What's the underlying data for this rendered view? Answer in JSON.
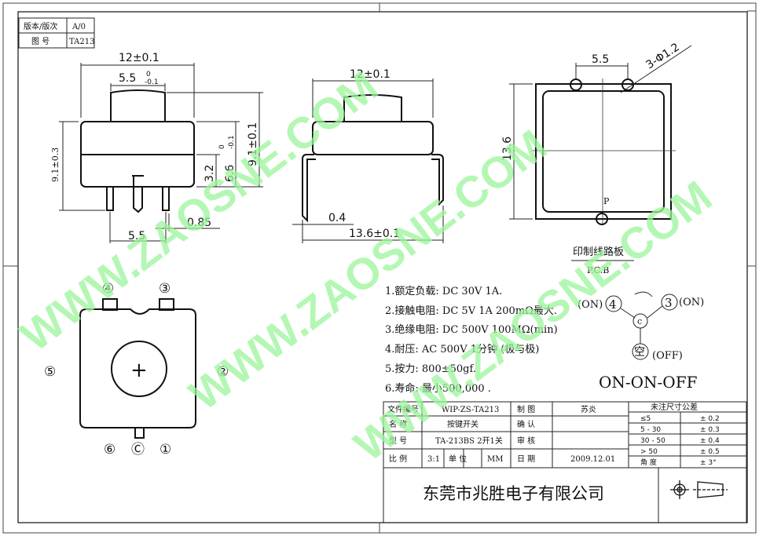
{
  "revision_box": {
    "version_label": "版本/版次",
    "version_value": "A/0",
    "drawing_no_label": "图 号",
    "drawing_no_value": "TA213"
  },
  "front_view": {
    "width": "12±0.1",
    "button_width": "5.5",
    "button_tol_upper": "0",
    "button_tol_lower": "-0.1",
    "height_left": "9.1±0.3",
    "body_lower": "3.2",
    "body_total": "6.6",
    "body_tol_upper": "0",
    "body_tol_lower": "-0.1",
    "height_right": "9.1±0.1",
    "pin_pitch": "5.5",
    "pin_width": "0.85"
  },
  "side_view": {
    "width": "12±0.1",
    "pin_thickness": "0.4",
    "pin_span": "13.6±0.1"
  },
  "pcb_view": {
    "hole_pitch": "5.5",
    "hole_spec": "3-Φ1.2",
    "height": "13.6",
    "point_label": "P",
    "pcb_label": "印制线路板",
    "pcb_abbr": "P.C.B"
  },
  "bottom_view": {
    "pin4": "④",
    "pin3": "③",
    "pin5": "⑤",
    "pin2": "②",
    "pin6": "⑥",
    "pinC": "Ⓒ",
    "pin1": "①",
    "center_mark": "+"
  },
  "schematic": {
    "on_left": "(ON)",
    "on_right": "(ON)",
    "off": "(OFF)",
    "n4": "4",
    "n3": "3",
    "nc": "c",
    "n_empty": "空",
    "mode": "ON-ON-OFF"
  },
  "specs": [
    "1.额定负载: DC 30V 1A.",
    "2.接触电阻: DC 5V 1A 200mΩ最大.",
    "3.绝缘电阻: DC  500V 100MΩ(min)",
    "4.耐压: AC 500V 1分钟 (极与极)",
    "5.按力: 800±50gf.",
    "6.寿命: 最小500,000 ."
  ],
  "title_block": {
    "file_no_label": "文件编号",
    "file_no": "WIP-ZS-TA213",
    "name_label": "名 称",
    "name": "按键开关",
    "model_label": "型 号",
    "model": "TA-213BS 2开1关",
    "scale_label": "比 例",
    "scale": "3:1",
    "unit_label": "单 位",
    "unit": "MM",
    "drawn_label": "制 图",
    "drawn_by": "苏炎",
    "checked_label": "确 认",
    "audit_label": "审 核",
    "date_label": "日 期",
    "date": "2009.12.01",
    "tol_header": "未注尺寸公差",
    "tol_rows": [
      [
        "≤5",
        "± 0.2"
      ],
      [
        "5 - 30",
        "± 0.3"
      ],
      [
        "30 - 50",
        "± 0.4"
      ],
      [
        "> 50",
        "± 0.5"
      ],
      [
        "角  度",
        "± 3°"
      ]
    ],
    "company": "东莞市兆胜电子有限公司"
  },
  "watermark": "WWW.ZAOSNE.COM"
}
